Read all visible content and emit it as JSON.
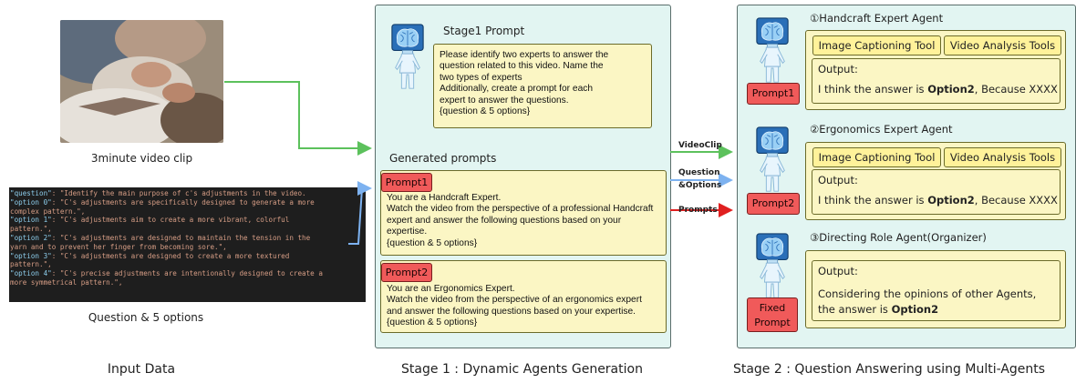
{
  "input": {
    "video_caption": "3minute video clip",
    "question_caption": "Question & 5 options",
    "title": "Input Data",
    "code_lines": [
      [
        {
          "k": "\"question\""
        },
        {
          "t": ": \"Identify the main purpose of c's adjustments in the video."
        }
      ],
      [
        {
          "k": "\"option 0\""
        },
        {
          "t": ": \"C's adjustments are specifically designed to generate a more"
        }
      ],
      [
        {
          "t": "complex pattern.\","
        }
      ],
      [
        {
          "k": "\"option 1\""
        },
        {
          "t": ": \"C's adjustments aim to create a more vibrant, colorful"
        }
      ],
      [
        {
          "t": "pattern.\","
        }
      ],
      [
        {
          "k": "\"option 2\""
        },
        {
          "t": ": \"C's adjustments are designed to maintain the tension in the"
        }
      ],
      [
        {
          "t": "yarn and to prevent her finger from becoming sore.\","
        }
      ],
      [
        {
          "k": "\"option 3\""
        },
        {
          "t": ": \"C's adjustments are designed to create a more textured"
        }
      ],
      [
        {
          "t": "pattern.\","
        }
      ],
      [
        {
          "k": "\"option 4\""
        },
        {
          "t": ": \"C's precise adjustments are intentionally designed to create a"
        }
      ],
      [
        {
          "t": "more symmetrical pattern.\","
        }
      ]
    ]
  },
  "stage1": {
    "title": "Stage 1 : Dynamic Agents Generation",
    "prompt_title": "Stage1 Prompt",
    "prompt_lines": [
      "Please identify two experts to answer the",
      "question related to this video. Name the",
      "two types of experts",
      "Additionally, create a prompt for each",
      "expert to answer the questions.",
      "{question & 5 options}"
    ],
    "generated_label": "Generated prompts",
    "prompt1": {
      "tag": "Prompt1",
      "lines": [
        "You are a Handcraft Expert.",
        "Watch the video from the perspective of a professional Handcraft",
        "expert and answer the following questions based on your",
        "expertise.",
        "{question & 5 options}"
      ]
    },
    "prompt2": {
      "tag": "Prompt2",
      "lines": [
        "You are an Ergonomics Expert.",
        "Watch the video from the perspective of an ergonomics expert",
        "and answer the following questions based on your expertise.",
        "{question & 5 options}"
      ]
    }
  },
  "arrows": {
    "videoclip": "VideoClip",
    "question_l1": "Question",
    "question_l2": "&Options",
    "prompts": "Prompts"
  },
  "stage2": {
    "title": "Stage 2 : Question Answering using Multi-Agents",
    "agent1": {
      "title": "①Handcraft Expert Agent",
      "tool1": "Image Captioning Tool",
      "tool2": "Video Analysis Tools",
      "output_label": "Output:",
      "answer_pre": "I think the answer is ",
      "answer_bold": "Option2",
      "answer_post": ", Because XXXX",
      "tag": "Prompt1"
    },
    "agent2": {
      "title": "②Ergonomics Expert Agent",
      "tool1": "Image Captioning Tool",
      "tool2": "Video Analysis Tools",
      "output_label": "Output:",
      "answer_pre": "I think the answer is ",
      "answer_bold": "Option2",
      "answer_post": ", Because XXXX",
      "tag": "Prompt2"
    },
    "agent3": {
      "title": "③Directing Role Agent(Organizer)",
      "output_label": "Output:",
      "line1": "Considering the opinions of other Agents,",
      "line2_pre": "the answer is ",
      "line2_bold": "Option2",
      "tag_l1": "Fixed",
      "tag_l2": "Prompt"
    }
  },
  "colors": {
    "panel_bg": "#e2f5f2",
    "yellow_box": "#fbf6c4",
    "tool_box": "#fff29a",
    "red_tag": "#f05a5a",
    "arrow_green": "#5cc15c",
    "arrow_blue": "#7db2f0",
    "arrow_red": "#e02020"
  },
  "icons": {
    "robot": "robot-brain-icon",
    "video": "video-thumbnail"
  }
}
